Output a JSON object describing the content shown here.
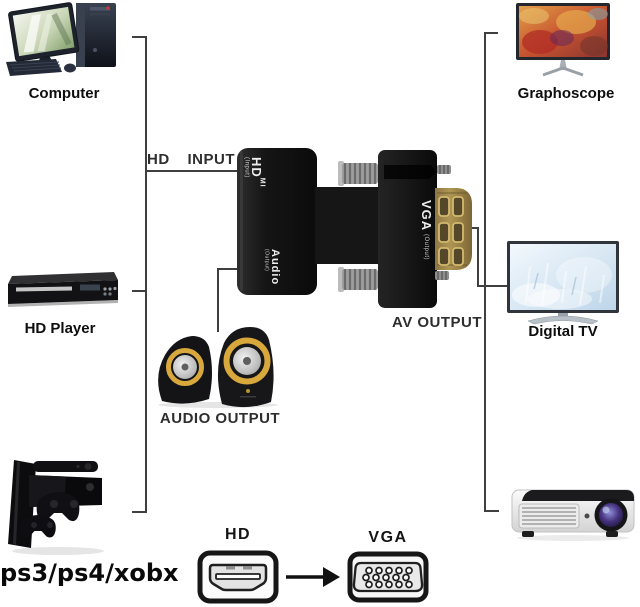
{
  "devices": {
    "computer": {
      "label": "Computer",
      "icon": "desktop-computer"
    },
    "hd_player": {
      "label": "HD Player",
      "icon": "dvd-player"
    },
    "game_consoles": {
      "label": "ps3/ps4/xobx",
      "icon": "game-consoles"
    },
    "graphoscope": {
      "label": "Graphoscope",
      "icon": "computer-monitor"
    },
    "digital_tv": {
      "label": "Digital TV",
      "icon": "flat-screen-tv"
    },
    "projector": {
      "icon": "video-projector"
    },
    "speakers": {
      "icon": "stereo-speakers"
    }
  },
  "connections": {
    "hd_input": {
      "word1": "HD",
      "word2": "INPUT"
    },
    "av_output": {
      "label": "AV OUTPUT"
    },
    "audio_output": {
      "label": "AUDIO OUTPUT"
    }
  },
  "adapter": {
    "hdmi": {
      "name": "HD",
      "sup": "MI",
      "sub": "(Input)"
    },
    "audio": {
      "name": "Audio",
      "sub": "(Output)"
    },
    "vga": {
      "name": "VGA",
      "sub": "(Output)"
    }
  },
  "legend": {
    "hd": {
      "label": "HD",
      "icon": "hdmi-port"
    },
    "vga": {
      "label": "VGA",
      "icon": "vga-port"
    },
    "arrow_glyph": "→"
  },
  "colors": {
    "background": "#ffffff",
    "connector_line": "#3f3f3f",
    "adapter_body": "#151515",
    "vga_gold": "#a8915a",
    "screw_silver": "#a3a3a3",
    "speaker_ring_gold": "#d8a83c",
    "tv_screen_ice": "#d7e6f3",
    "label_text": "#0e0e0e",
    "connection_text": "#2e2e2e"
  }
}
